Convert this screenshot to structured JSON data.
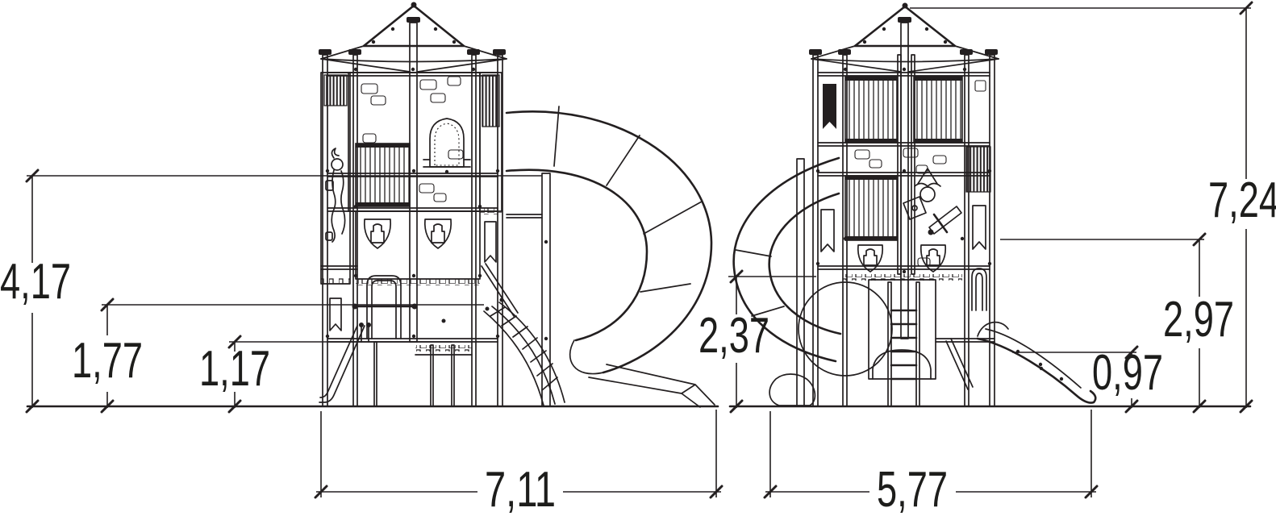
{
  "meta": {
    "type": "technical-elevation-drawing",
    "subject": "castle-themed playground tower with tube slide, open slides and net climber",
    "background_color": "#ffffff",
    "line_color": "#231f20",
    "views": [
      "front-elevation",
      "side-elevation"
    ]
  },
  "dimensions": {
    "left_view": {
      "overall_height": "4,17",
      "rail_height": "1,77",
      "deck_height": "1,17",
      "overall_width": "7,11"
    },
    "right_view": {
      "overall_height": "7,24",
      "upper_deck_height": "2,97",
      "tube_slide_height": "2,37",
      "slide_deck_height": "0,97",
      "overall_width": "5,77"
    }
  }
}
